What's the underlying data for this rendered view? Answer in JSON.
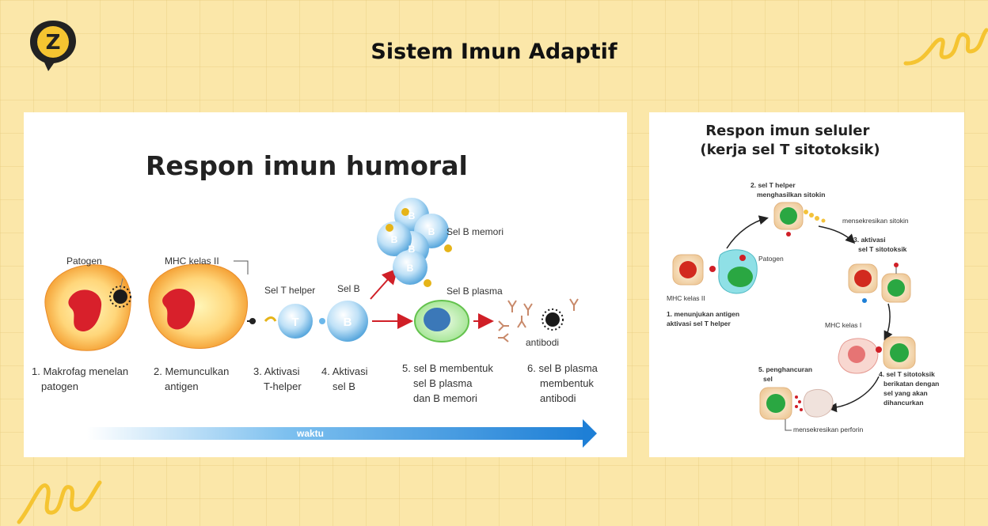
{
  "header": {
    "title": "Sistem Imun Adaptif"
  },
  "humoral": {
    "title": "Respon imun humoral",
    "labels": {
      "patogen": "Patogen",
      "mhc": "MHC kelas II",
      "t_helper": "Sel T helper",
      "sel_b": "Sel B",
      "b_memori": "Sel B memori",
      "b_plasma": "Sel B plasma",
      "antibodi": "antibodi",
      "t_letter": "T",
      "b_letter": "B"
    },
    "steps": [
      [
        "1. Makrofag menelan",
        "patogen"
      ],
      [
        "2. Memunculkan",
        "antigen"
      ],
      [
        "3. Aktivasi",
        "T-helper"
      ],
      [
        "4. Aktivasi",
        "sel B"
      ],
      [
        "5. sel B membentuk",
        "sel B plasma",
        "dan B memori"
      ],
      [
        "6. sel B plasma",
        "membentuk",
        "antibodi"
      ]
    ],
    "arrow_label": "waktu"
  },
  "seluler": {
    "title": [
      "Respon imun seluler",
      "(kerja sel T sitotoksik)"
    ],
    "labels": {
      "step2": [
        "2. sel T helper",
        "menghasilkan sitokin"
      ],
      "sitokin": "mensekresikan sitokin",
      "step3": [
        "3. aktivasi",
        "sel T sitotoksik"
      ],
      "patogen": "Patogen",
      "mhc2": "MHC kelas II",
      "step1": [
        "1. menunjukan antigen",
        "aktivasi sel T helper"
      ],
      "mhc1": "MHC kelas I",
      "step4": [
        "4. sel T sitotoksik",
        "berikatan dengan",
        "sel yang akan",
        "dihancurkan"
      ],
      "step5": [
        "5. penghancuran",
        "sel"
      ],
      "perforin": "mensekresikan perforin"
    }
  },
  "colors": {
    "background": "#fbe7a9",
    "accent": "#f5c431",
    "arrow_blue": "#1e7fd6",
    "arrow_red": "#d01f27"
  }
}
